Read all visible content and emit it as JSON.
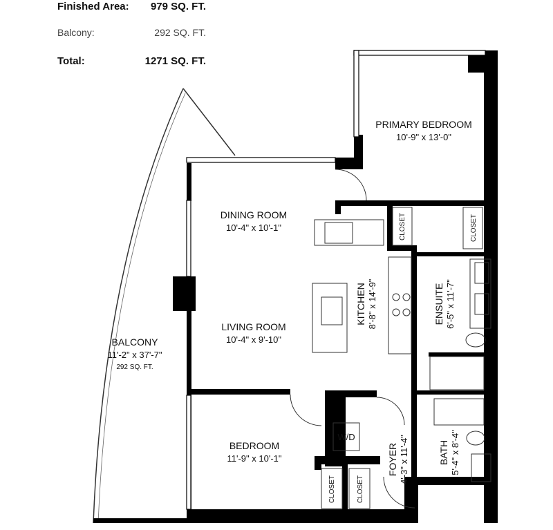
{
  "summary": {
    "finished": {
      "label": "Finished Area:",
      "value": "979 SQ. FT."
    },
    "balcony": {
      "label": "Balcony:",
      "value": "292 SQ. FT."
    },
    "total": {
      "label": "Total:",
      "value": "1271 SQ. FT."
    }
  },
  "rooms": {
    "primary_bedroom": {
      "name": "PRIMARY BEDROOM",
      "dims": "10'-9\" x 13'-0\""
    },
    "dining_room": {
      "name": "DINING ROOM",
      "dims": "10'-4\" x 10'-1\""
    },
    "living_room": {
      "name": "LIVING ROOM",
      "dims": "10'-4\" x 9'-10\""
    },
    "kitchen": {
      "name": "KITCHEN",
      "dims": "8'-8\" x 14'-9\""
    },
    "ensuite": {
      "name": "ENSUITE",
      "dims": "6'-5\" x 11'-7\""
    },
    "balcony": {
      "name": "BALCONY",
      "dims": "11'-2\" x 37'-7\"",
      "area": "292 SQ. FT."
    },
    "bedroom": {
      "name": "BEDROOM",
      "dims": "11'-9\" x 10'-1\""
    },
    "foyer": {
      "name": "FOYER",
      "dims": "4'-3\" x 11'-4\""
    },
    "bath": {
      "name": "BATH",
      "dims": "5'-4\" x 8'-4\""
    },
    "wd": "W/D",
    "closet": "CLOSET"
  }
}
